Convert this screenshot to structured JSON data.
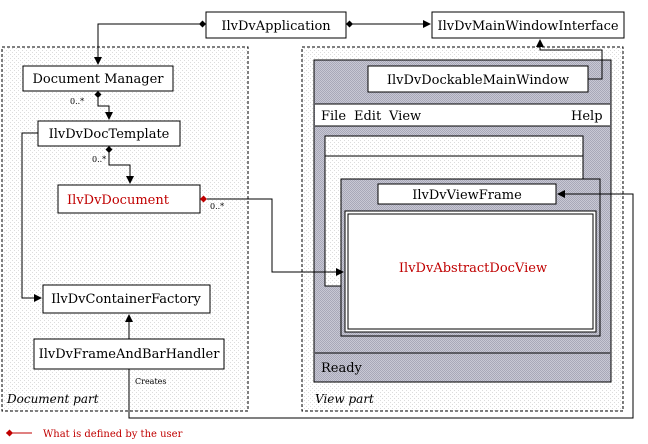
{
  "diagram": {
    "application": "IlvDvApplication",
    "main_window_interface": "IlvDvMainWindowInterface",
    "document_manager": "Document Manager",
    "doc_template": "IlvDvDocTemplate",
    "document": "IlvDvDocument",
    "container_factory": "IlvDvContainerFactory",
    "frame_bar_handler": "IlvDvFrameAndBarHandler",
    "creates_label": "Creates",
    "document_part_label": "Document part",
    "view_part_label": "View part",
    "dockable_main_window": "IlvDvDockableMainWindow",
    "menu": {
      "file": "File",
      "edit": "Edit",
      "view": "View",
      "help": "Help"
    },
    "view_frame": "IlvDvViewFrame",
    "abstract_doc_view": "IlvDvAbstractDocView",
    "status_text": "Ready",
    "multiplicity_1": "0..*",
    "multiplicity_2": "0..*",
    "multiplicity_3": "0..*"
  },
  "legend": {
    "text": "What is defined by the user",
    "color": "#c00000"
  },
  "colors": {
    "user_defined": "#c00000",
    "window_fill": "#b8b8c8",
    "window_border": "#000000"
  }
}
